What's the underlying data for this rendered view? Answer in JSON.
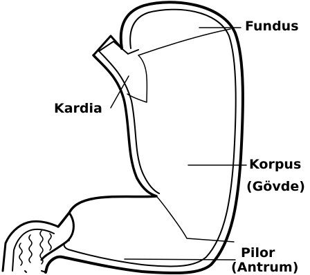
{
  "diagram": {
    "labels": {
      "fundus": "Fundus",
      "kardia": "Kardia",
      "korpus": "Korpus",
      "korpus_sub": "(Gövde)",
      "pilor": "Pilor",
      "pilor_sub": "(Antrum)"
    }
  }
}
